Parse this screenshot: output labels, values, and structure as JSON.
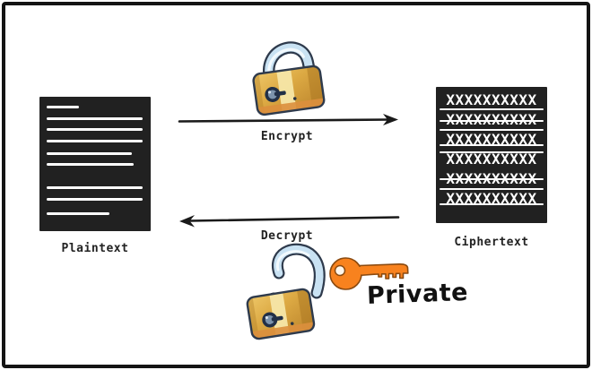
{
  "labels": {
    "plaintext": "Plaintext",
    "ciphertext": "Ciphertext",
    "encrypt": "Encrypt",
    "decrypt": "Decrypt",
    "private_key": "Private"
  },
  "plaintext_document": {
    "lines": [
      {
        "w": 36,
        "mt": 10
      },
      {
        "w": 107,
        "mt": 10
      },
      {
        "w": 107,
        "mt": 9
      },
      {
        "w": 107,
        "mt": 10
      },
      {
        "w": 95,
        "mt": 11
      },
      {
        "w": 97,
        "mt": 9
      },
      {
        "w": 107,
        "mt": 23
      },
      {
        "w": 107,
        "mt": 10
      },
      {
        "w": 70,
        "mt": 13
      }
    ]
  },
  "ciphertext_document": {
    "rows": [
      {
        "text": "XXXXXXXXXX",
        "lines": [
          95
        ]
      },
      {
        "text": "XXXXXXXXXX",
        "lines": [
          55,
          100
        ]
      },
      {
        "text": "XXXXXXXXXX",
        "lines": [
          77
        ]
      },
      {
        "text": "XXXXXXXXXX",
        "lines": [
          14
        ]
      },
      {
        "text": "XXXXXXXXXX",
        "lines": [
          50,
          100
        ]
      },
      {
        "text": "XXXXXXXXXX",
        "lines": [
          77
        ]
      }
    ]
  },
  "icons": {
    "top_center": "closed-padlock-icon",
    "bottom_center": "open-padlock-icon",
    "bottom_right": "key-icon"
  },
  "colors": {
    "background": "#ffffff",
    "border": "#141414",
    "document_bg": "#212121",
    "document_line": "#ffffff",
    "label_text": "#222222",
    "arrow": "#1a1a1a",
    "lock_gold": "#DCA943",
    "lock_gold_light": "#F5E6A8",
    "lock_gold_dark": "#BE872E",
    "lock_base": "#DB8F3D",
    "shackle_blue": "#C9E2F3",
    "shackle_highlight": "#F2F9FD",
    "shackle_outline": "#2E3A4C",
    "keyhole": "#223047",
    "key_orange": "#F8821E",
    "key_outline": "#8A4A10",
    "private_text": "#111111"
  }
}
